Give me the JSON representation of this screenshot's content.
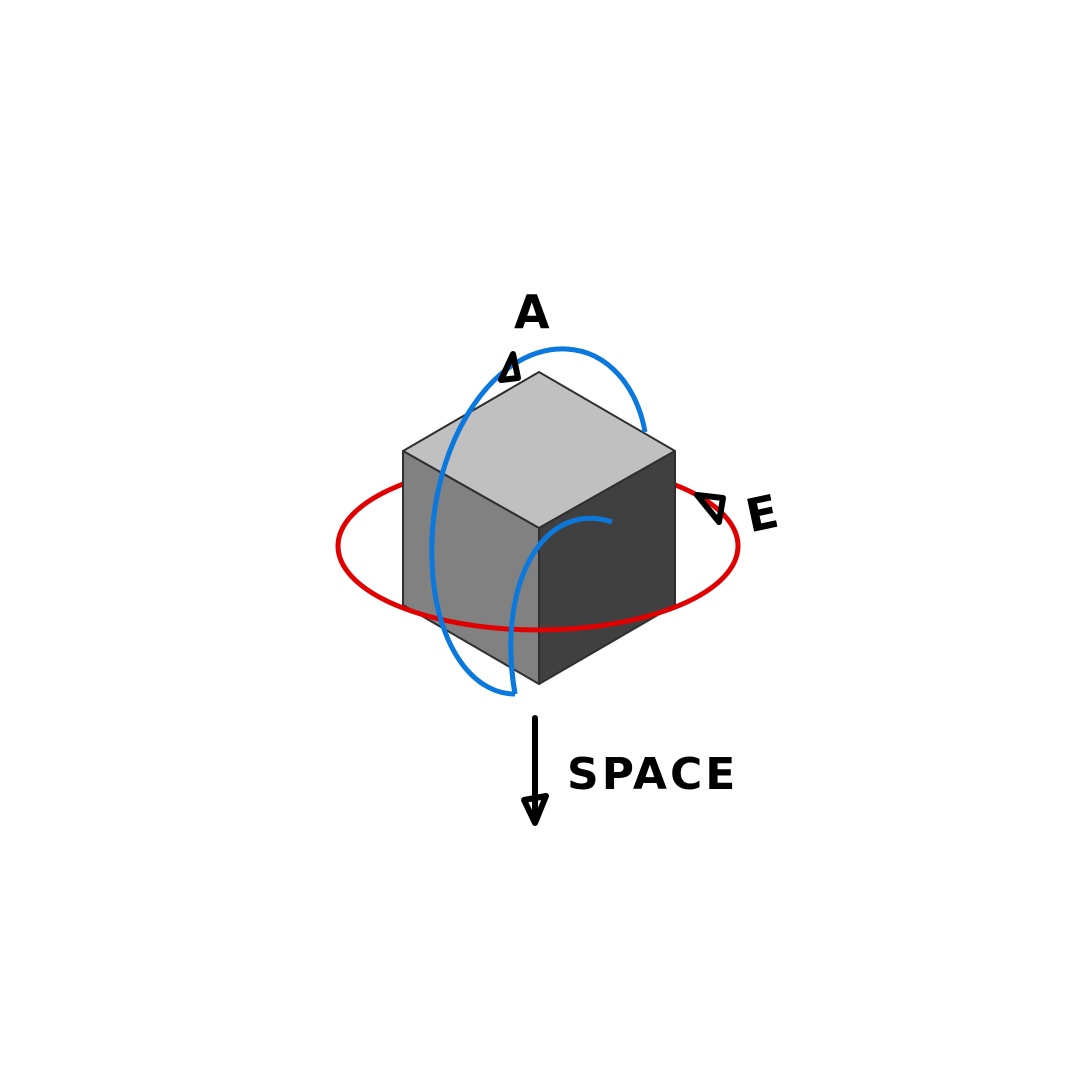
{
  "labels": {
    "top": "A",
    "right": "E",
    "bottom": "SPACE"
  },
  "colors": {
    "background": "#ffffff",
    "cube_top": "#c0c0c0",
    "cube_left": "#818181",
    "cube_right": "#404040",
    "horizontal_ring": "#e00000",
    "vertical_ring": "#0a78dc",
    "ink": "#000000"
  }
}
